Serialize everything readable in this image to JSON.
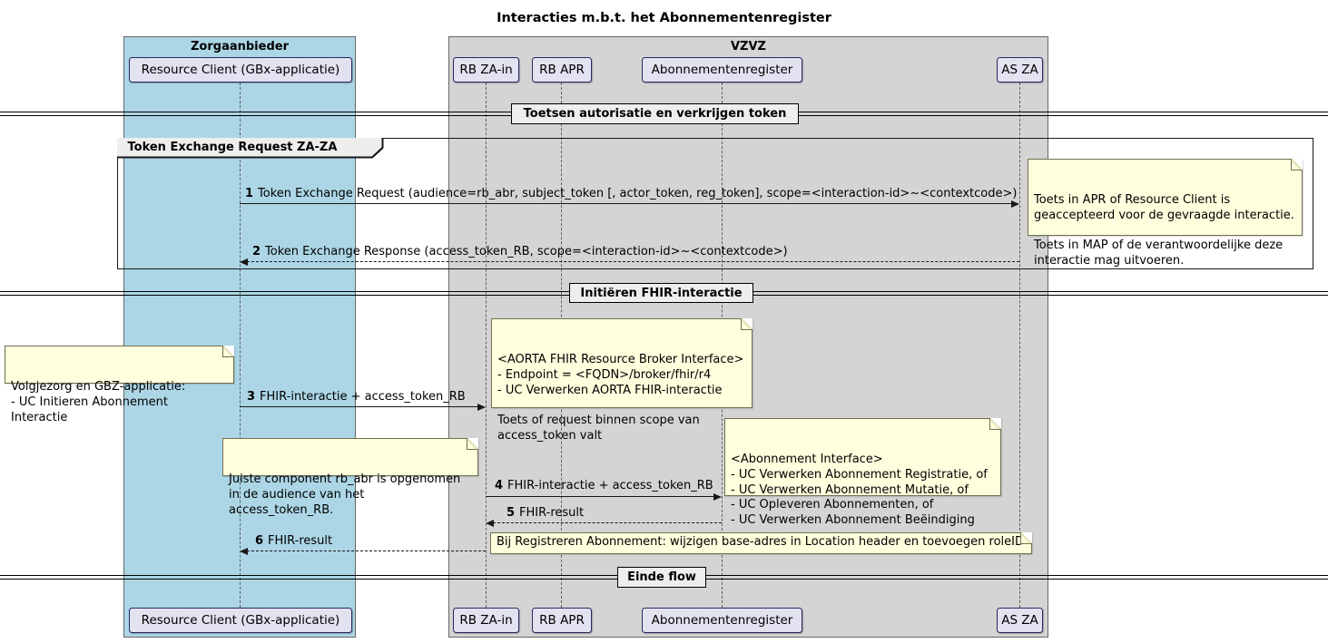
{
  "title": "Interacties m.b.t. het Abonnementenregister",
  "colors": {
    "zorgaanbieder_bg": "#ACD6E6",
    "vzvz_bg": "#D4D4D4",
    "participant_bg": "#E2E2F0",
    "note_bg": "#FEFFDD",
    "divider_label_bg": "#EEEEEE",
    "line_color": "#181818"
  },
  "groups": [
    {
      "label": "Zorgaanbieder"
    },
    {
      "label": "VZVZ"
    }
  ],
  "participants": [
    {
      "label": "Resource Client (GBx-applicatie)"
    },
    {
      "label": "RB ZA-in"
    },
    {
      "label": "RB APR"
    },
    {
      "label": "Abonnementenregister"
    },
    {
      "label": "AS ZA"
    }
  ],
  "dividers": [
    {
      "label": "Toetsen autorisatie en verkrijgen token"
    },
    {
      "label": "Initiëren FHIR-interactie"
    },
    {
      "label": "Einde flow"
    }
  ],
  "frame": {
    "label": "Token Exchange Request ZA-ZA"
  },
  "messages": [
    {
      "num": "1",
      "text": "Token Exchange Request (audience=rb_abr, subject_token [, actor_token, reg_token], scope=<interaction-id>~<contextcode>)"
    },
    {
      "num": "2",
      "text": "Token Exchange Response (access_token_RB, scope=<interaction-id>~<contextcode>)"
    },
    {
      "num": "3",
      "text": "FHIR-interactie + access_token_RB"
    },
    {
      "num": "4",
      "text": "FHIR-interactie + access_token_RB"
    },
    {
      "num": "5",
      "text": "FHIR-result"
    },
    {
      "num": "6",
      "text": "FHIR-result"
    }
  ],
  "notes": [
    {
      "text": "Toets in APR of Resource Client is\ngeaccepteerd voor de gevraagde interactie.\n\nToets in MAP of de verantwoordelijke deze\ninteractie mag uitvoeren."
    },
    {
      "text": "Volgjezorg en GBZ-applicatie:\n- UC Initieren Abonnement Interactie"
    },
    {
      "text": "<AORTA FHIR Resource Broker Interface>\n- Endpoint = <FQDN>/broker/fhir/r4\n- UC Verwerken AORTA FHIR-interactie\n\nToets of request binnen scope van\naccess_token valt"
    },
    {
      "text": "Juiste component rb_abr is opgenomen\nin de audience van het access_token_RB."
    },
    {
      "text": "<Abonnement Interface>\n- UC Verwerken Abonnement Registratie, of\n- UC Verwerken Abonnement Mutatie, of\n- UC Opleveren Abonnementen, of\n- UC Verwerken Abonnement Beëindiging"
    },
    {
      "text": "Bij Registreren Abonnement: wijzigen base-adres in Location header en toevoegen roleID"
    }
  ]
}
